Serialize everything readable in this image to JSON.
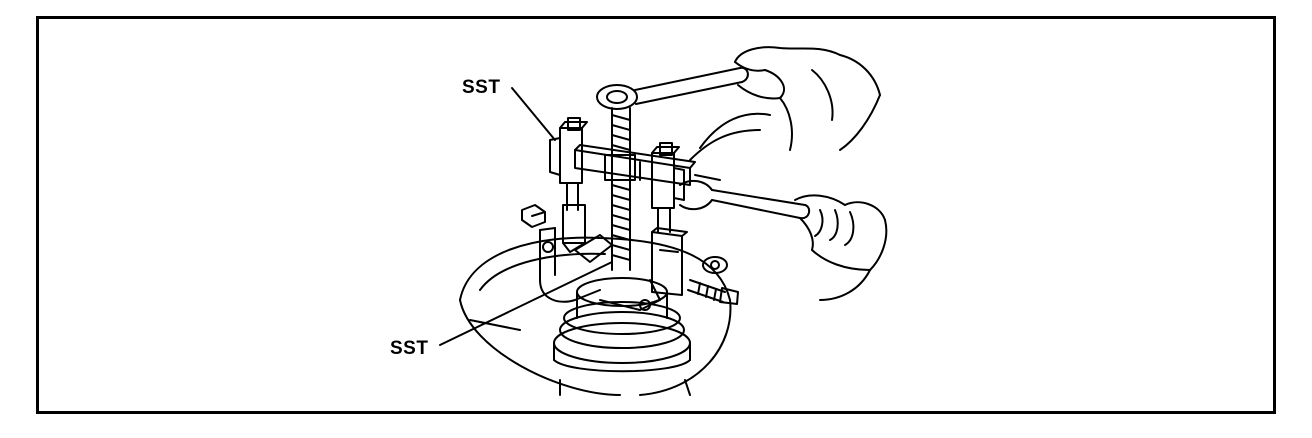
{
  "diagram": {
    "callouts": [
      {
        "id": "top",
        "label": "SST"
      },
      {
        "id": "bottom",
        "label": "SST"
      }
    ],
    "colors": {
      "line": "#000000",
      "background": "#ffffff"
    }
  }
}
